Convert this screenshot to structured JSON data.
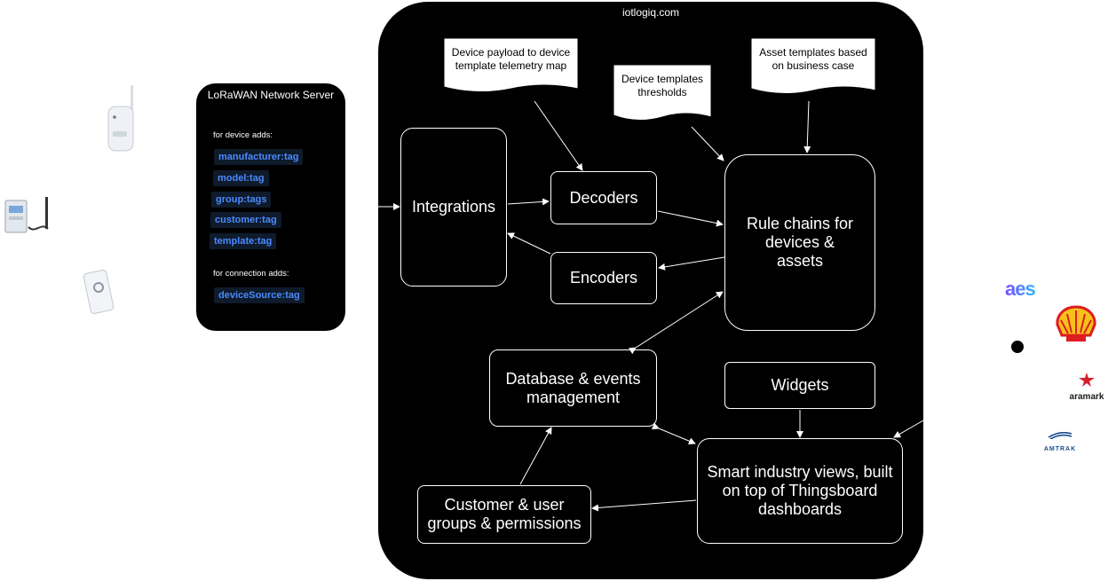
{
  "main": {
    "title": "iotlogiq.com"
  },
  "lora": {
    "title": "LoRaWAN Network Server",
    "device_note": "for device adds:",
    "device_tags": [
      "manufacturer:tag",
      "model:tag",
      "group:tags",
      "customer:tag",
      "template:tag"
    ],
    "connection_note": "for connection adds:",
    "connection_tags": [
      "deviceSource:tag"
    ]
  },
  "docs": {
    "payload_map": "Device payload to device template telemetry map",
    "thresholds": "Device templates thresholds",
    "asset_templates": "Asset templates based on business case"
  },
  "boxes": {
    "integrations": "Integrations",
    "decoders": "Decoders",
    "encoders": "Encoders",
    "rule_chains": "Rule chains for devices & assets",
    "database": "Database & events management",
    "widgets": "Widgets",
    "smart_views": "Smart industry views, built on top of Thingsboard dashboards",
    "customer_groups": "Customer & user groups & permissions"
  },
  "logos": {
    "aes": "aes",
    "aramark": "aramark",
    "amtrak": "AMTRAK"
  }
}
